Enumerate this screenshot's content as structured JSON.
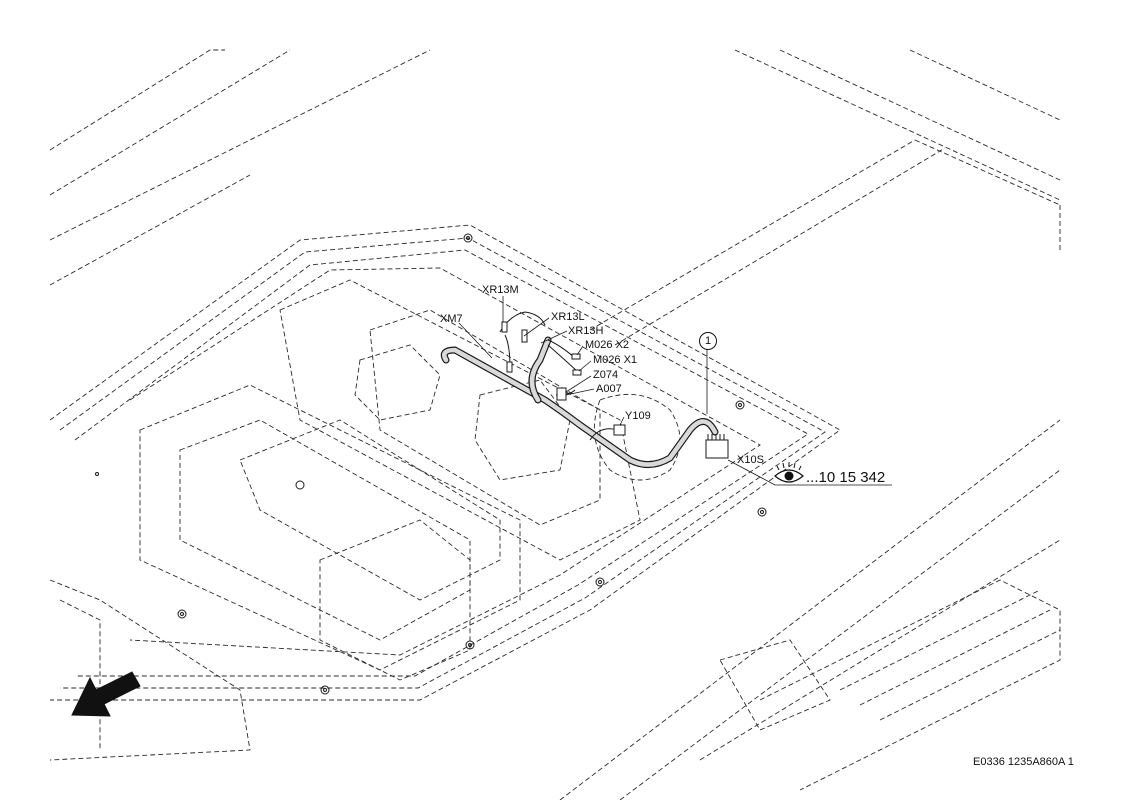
{
  "diagram": {
    "callouts": {
      "xr13m": "XR13M",
      "xm7": "XM7",
      "xr13l": "XR13L",
      "xr13h": "XR13H",
      "m026x2": "M026 X2",
      "m026x1": "M026 X1",
      "z074": "Z074",
      "a007": "A007",
      "y109": "Y109",
      "x10s": "X10S"
    },
    "item_number": "1",
    "reference": "...10 15 342",
    "figure_id": "E0336 1235A860A 1",
    "icons": [
      "eye-icon",
      "direction-arrow-icon"
    ]
  }
}
